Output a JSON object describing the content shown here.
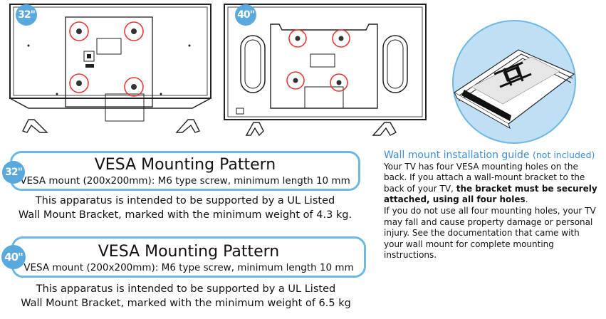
{
  "page": {
    "badge_32": "32\"",
    "badge_40": "40\""
  },
  "vesa32": {
    "badge": "32\"",
    "title": "VESA Mounting Pattern",
    "subtitle": "VESA mount (200x200mm): M6 type screw, minimum length 10 mm",
    "note_line1": "This apparatus is intended to be supported by a UL Listed",
    "note_line2": "Wall Mount Bracket, marked with the minimum weight of 4.3 kg."
  },
  "vesa40": {
    "badge": "40\"",
    "title": "VESA Mounting Pattern",
    "subtitle": "VESA mount (200x200mm): M6 type screw, minimum length 10 mm",
    "note_line1": "This apparatus is intended to be supported by a UL Listed",
    "note_line2": "Wall Mount Bracket, marked with the minimum weight of 6.5 kg"
  },
  "guide": {
    "heading": "Wall mount installation guide",
    "heading_note": "(not included)",
    "p1_a": "Your TV has four VESA mounting holes on the back. If you attach a wall-mount bracket to the back of your TV,",
    "p1_bold": "the bracket must be securely attached, using all four holes",
    "p1_end": ".",
    "p2": "If you do not use all four mounting holes, your TV may fall and cause property damage or personal injury. See the documentation that came with your wall mount for complete mounting instructions."
  },
  "colors": {
    "accent": "#5aa9dd",
    "box_border": "#6eb7e4",
    "heading": "#3d8fd0",
    "highlight_circle": "#e53935"
  }
}
